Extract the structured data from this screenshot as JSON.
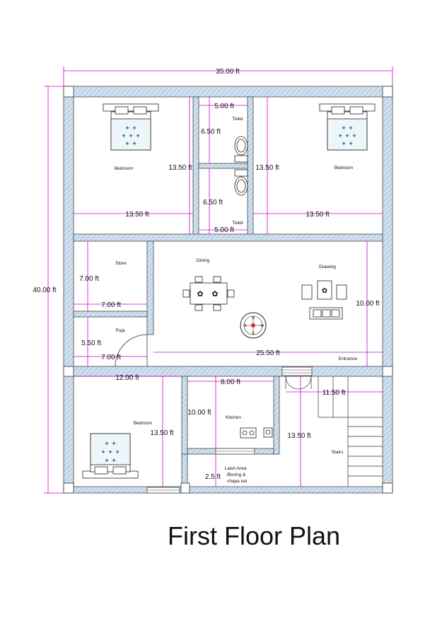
{
  "title": "First Floor Plan",
  "dimensions": {
    "overall_width": "35.00 ft",
    "overall_height": "40.00 ft",
    "toilet_top_width": "5.00 ft",
    "toilet_top_depth": "6.50 ft",
    "toilet_bottom_depth": "6.50 ft",
    "toilet_bottom_width": "5.00 ft",
    "bedroom_left_depth": "13.50 ft",
    "bedroom_left_width": "13.50 ft",
    "bedroom_right_depth": "13.50 ft",
    "bedroom_right_width": "13.50 ft",
    "store_depth": "7.00 ft",
    "store_width": "7.00 ft",
    "puja_depth": "5.50 ft",
    "puja_width": "7.00 ft",
    "drawing_depth": "10.00 ft",
    "dining_width": "25.50 ft",
    "bedroom_bottom_width": "12.00 ft",
    "bedroom_bottom_depth": "13.50 ft",
    "kitchen_width": "8.00 ft",
    "kitchen_depth": "10.00 ft",
    "stairs_width": "11.50 ft",
    "stairs_depth": "13.50 ft",
    "lawn_depth": "2.5 ft"
  },
  "rooms": {
    "bedroom_left": "Bedroom",
    "bedroom_right": "Bedroom",
    "toilet_top": "Toilet",
    "toilet_bottom": "Toilet",
    "store": "Store",
    "puja": "Puja",
    "dining": "Dining",
    "drawing": "Drawing",
    "entrance": "Entrance",
    "bedroom_bottom": "Bedroom",
    "kitchen": "Kitchen",
    "stairs": "Stairs",
    "lawn_line1": "Lawn Area",
    "lawn_line2": "/Boring &",
    "lawn_line3": "chapa kal"
  },
  "compass": {
    "n": "N",
    "s": "S",
    "e": "E",
    "w": "W"
  },
  "colors": {
    "dimension_line": "#d100d1",
    "wall_fill": "#cfe0ef",
    "compass": "#c0392b"
  }
}
